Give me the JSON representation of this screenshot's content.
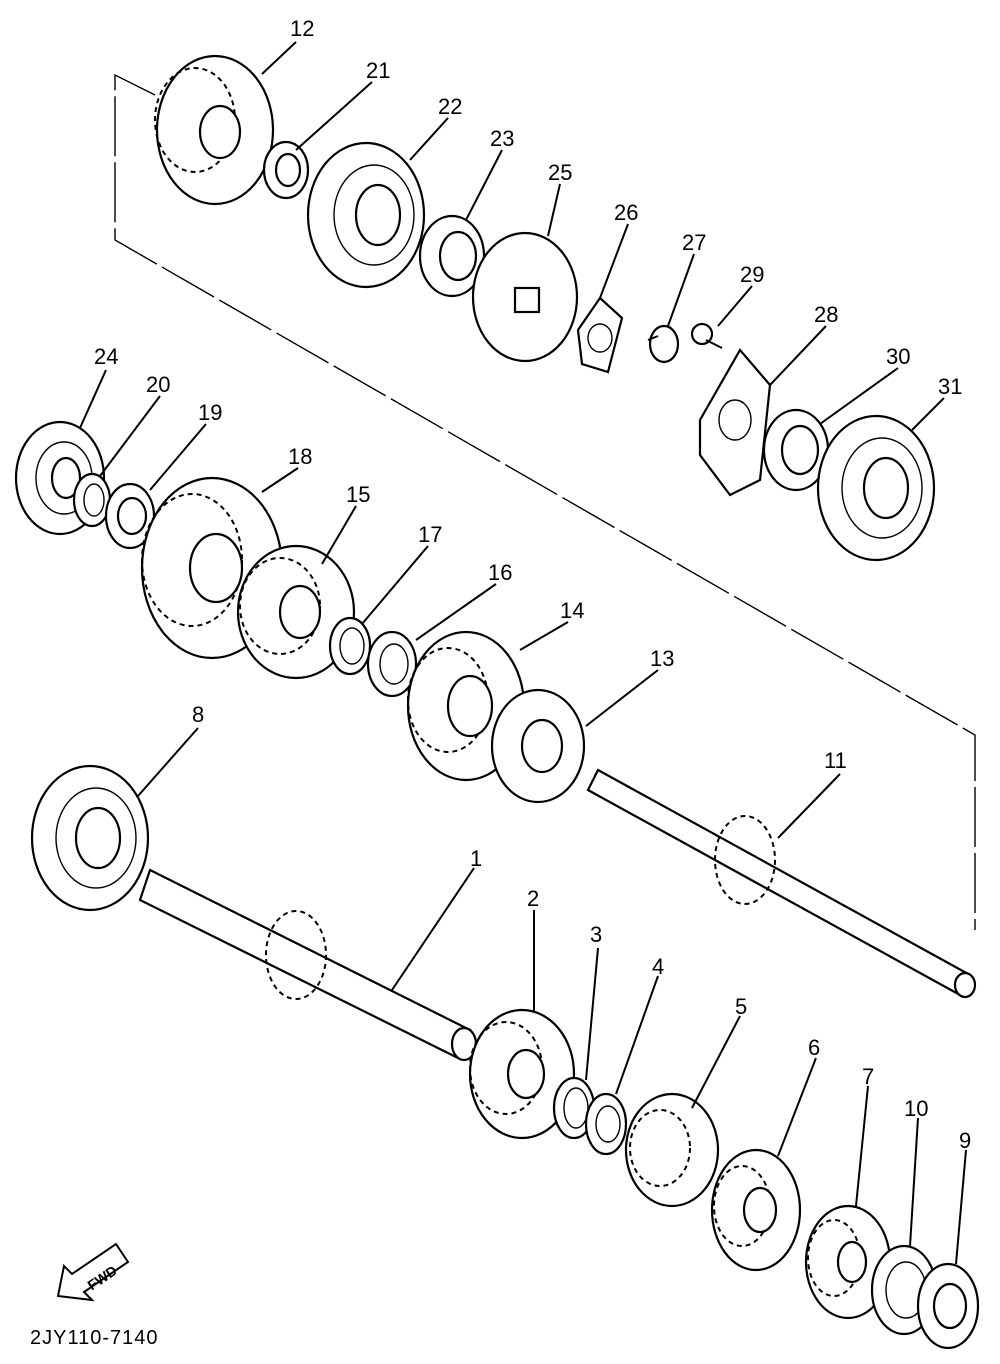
{
  "diagram_code": "2JY110-7140",
  "fwd_label": "FWD",
  "part_numbers": [
    "1",
    "2",
    "3",
    "4",
    "5",
    "6",
    "7",
    "8",
    "9",
    "10",
    "11",
    "12",
    "13",
    "14",
    "15",
    "16",
    "17",
    "18",
    "19",
    "20",
    "21",
    "22",
    "23",
    "24",
    "25",
    "26",
    "27",
    "28",
    "29",
    "30",
    "31"
  ]
}
